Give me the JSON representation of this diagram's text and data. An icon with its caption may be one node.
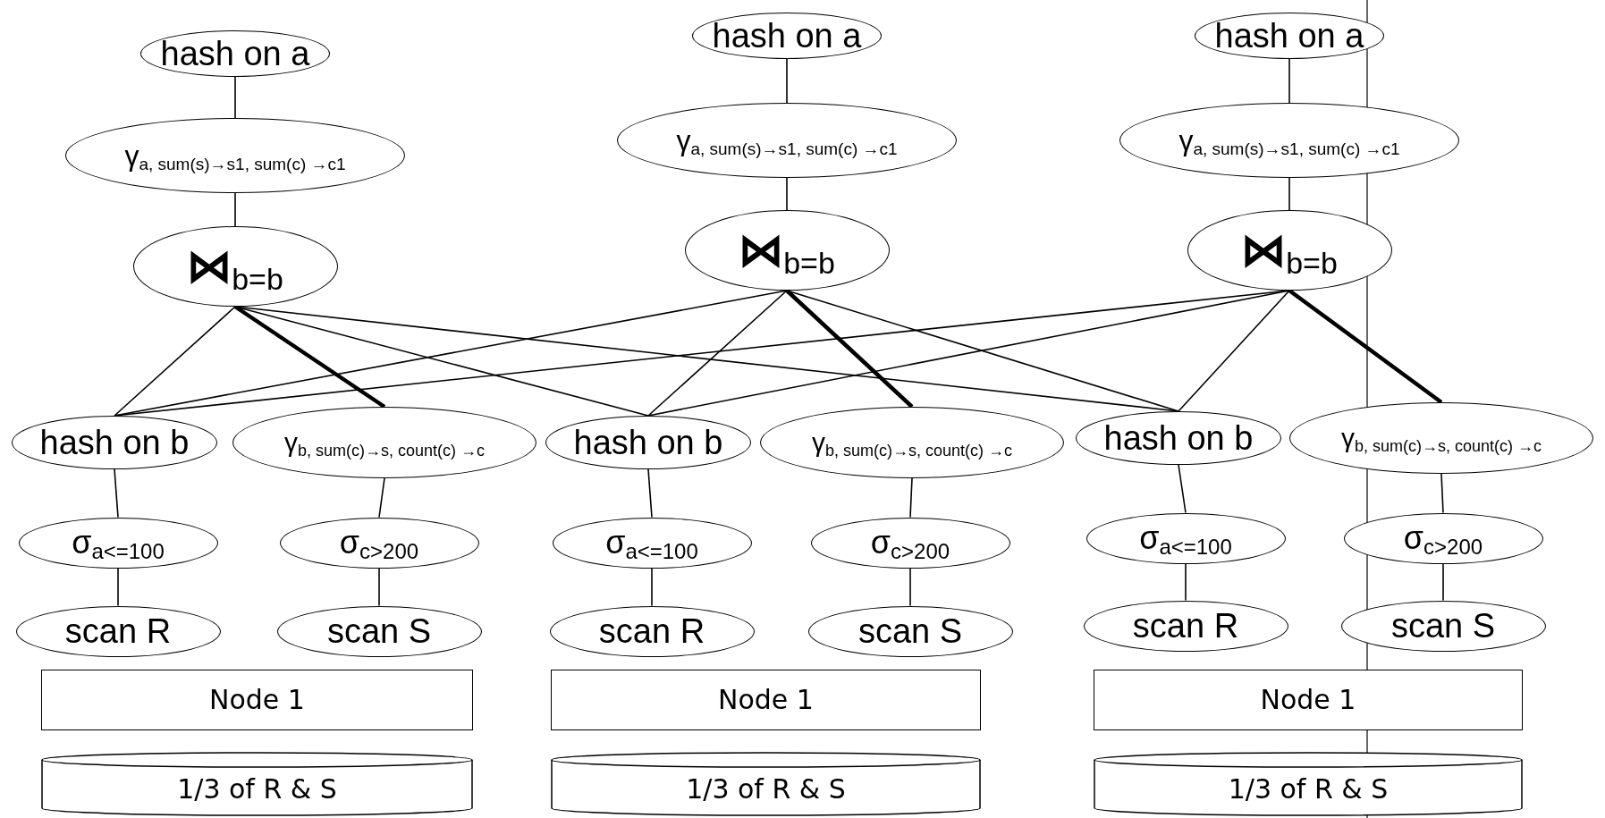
{
  "diagram": {
    "nodes": [
      {
        "text": [
          "hash on a"
        ]
      },
      {
        "text": [
          "hash on a"
        ]
      },
      {
        "text": [
          "hash on a"
        ]
      },
      {
        "text": [
          "γ$_{a, sum(s)→s1, sum(c) →c1}$"
        ]
      },
      {
        "text": [
          "γ$_{a, sum(s)→s1, sum(c) →c1}$"
        ]
      },
      {
        "text": [
          "γ$_{a, sum(s)→s1, sum(c) →c1}$"
        ]
      },
      {
        "text": [
          "**⋈**$_{b=b}$"
        ]
      },
      {
        "text": [
          "**⋈**$_{b=b}$"
        ]
      },
      {
        "text": [
          "**⋈**$_{b=b}$"
        ]
      },
      {
        "text": [
          "hash on b"
        ]
      },
      {
        "text": [
          "γ$_{b, sum(c)→s, count(c) →c}$"
        ]
      },
      {
        "text": [
          "hash on b"
        ]
      },
      {
        "text": [
          "γ$_{b, sum(c)→s, count(c) →c}$"
        ]
      },
      {
        "text": [
          "hash on b"
        ]
      },
      {
        "text": [
          "γ$_{b, sum(c)→s, count(c) →c}$"
        ]
      },
      {
        "text": [
          "σ$_{a<=100}$"
        ]
      },
      {
        "text": [
          "σ$_{c>200}$"
        ]
      },
      {
        "text": [
          "σ$_{a<=100}$"
        ]
      },
      {
        "text": [
          "σ$_{c>200}$"
        ]
      },
      {
        "text": [
          "σ$_{a<=100}$"
        ]
      },
      {
        "text": [
          "σ$_{c>200}$"
        ]
      },
      {
        "text": [
          "scan R"
        ]
      },
      {
        "text": [
          "scan S"
        ]
      },
      {
        "text": [
          "scan R"
        ]
      },
      {
        "text": [
          "scan S"
        ]
      },
      {
        "text": [
          "scan R"
        ]
      },
      {
        "text": [
          "scan S"
        ]
      },
      {
        "text": [
          "Node 1"
        ]
      },
      {
        "text": [
          "Node 1"
        ]
      },
      {
        "text": [
          "Node 1"
        ]
      },
      {
        "text": [
          "1/3 of R & S"
        ]
      },
      {
        "text": [
          "1/3 of R & S"
        ]
      },
      {
        "text": [
          "1/3 of R & S"
        ]
      }
    ],
    "edges": [
      {
        "from": 0,
        "to": 3,
        "arrow": "none"
      },
      {
        "from": 1,
        "to": 4,
        "arrow": "none"
      },
      {
        "from": 2,
        "to": 5,
        "arrow": "none"
      },
      {
        "from": 3,
        "to": 6,
        "arrow": "none"
      },
      {
        "from": 4,
        "to": 7,
        "arrow": "none"
      },
      {
        "from": 5,
        "to": 8,
        "arrow": "none"
      },
      {
        "from": 6,
        "to": 9,
        "arrow": "none"
      },
      {
        "from": 6,
        "to": 10,
        "arrow": "none",
        "style": "thick"
      },
      {
        "from": 6,
        "to": 11,
        "arrow": "none"
      },
      {
        "from": 6,
        "to": 13,
        "arrow": "none"
      },
      {
        "from": 7,
        "to": 9,
        "arrow": "none"
      },
      {
        "from": 7,
        "to": 11,
        "arrow": "none"
      },
      {
        "from": 7,
        "to": 12,
        "arrow": "none",
        "style": "thick"
      },
      {
        "from": 7,
        "to": 13,
        "arrow": "none"
      },
      {
        "from": 8,
        "to": 9,
        "arrow": "none"
      },
      {
        "from": 8,
        "to": 11,
        "arrow": "none"
      },
      {
        "from": 8,
        "to": 13,
        "arrow": "none"
      },
      {
        "from": 8,
        "to": 14,
        "arrow": "none",
        "style": "thick"
      },
      {
        "from": 9,
        "to": 15,
        "arrow": "none"
      },
      {
        "from": 10,
        "to": 16,
        "arrow": "none"
      },
      {
        "from": 11,
        "to": 17,
        "arrow": "none"
      },
      {
        "from": 12,
        "to": 18,
        "arrow": "none"
      },
      {
        "from": 13,
        "to": 19,
        "arrow": "none"
      },
      {
        "from": 14,
        "to": 20,
        "arrow": "none"
      },
      {
        "from": 15,
        "to": 21,
        "arrow": "none"
      },
      {
        "from": 16,
        "to": 22,
        "arrow": "none"
      },
      {
        "from": 17,
        "to": 23,
        "arrow": "none"
      },
      {
        "from": 18,
        "to": 24,
        "arrow": "none"
      },
      {
        "from": 19,
        "to": 25,
        "arrow": "none"
      },
      {
        "from": 20,
        "to": 26,
        "arrow": "none"
      }
    ]
  }
}
